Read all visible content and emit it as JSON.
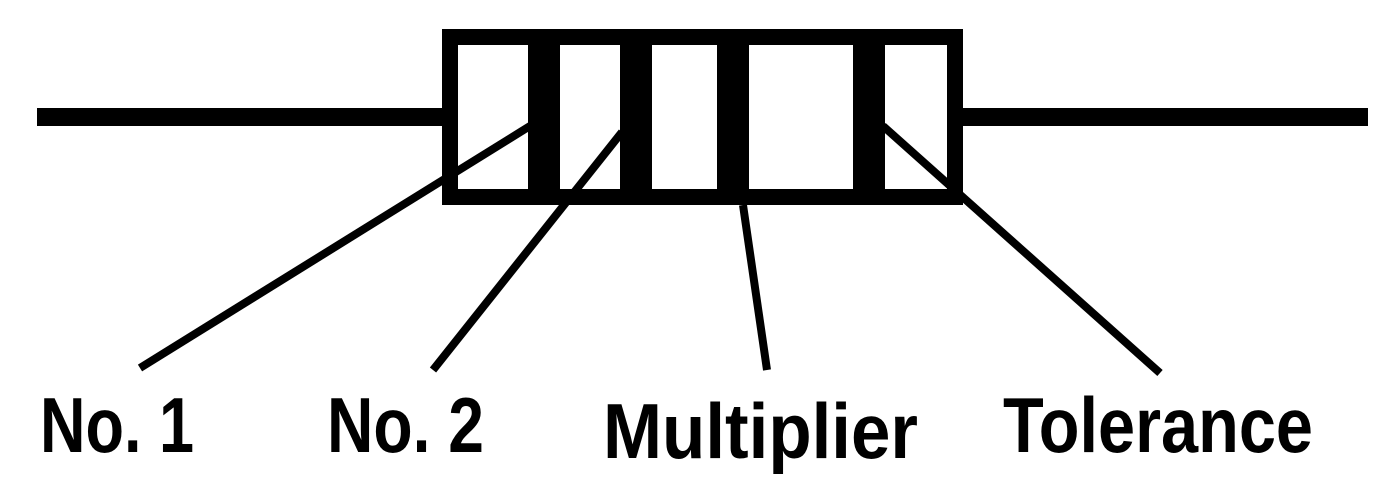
{
  "colors": {
    "ink": "#000000",
    "background": "#ffffff"
  },
  "labels": {
    "band1": "No. 1",
    "band2": "No. 2",
    "multiplier": "Multiplier",
    "tolerance": "Tolerance"
  }
}
